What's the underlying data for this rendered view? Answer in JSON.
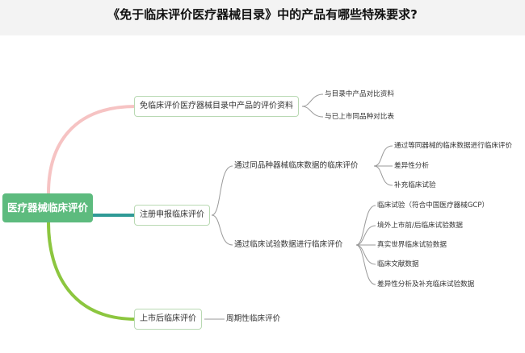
{
  "title": "《免于临床评价医疗器械目录》中的产品有哪些特殊要求?",
  "colors": {
    "root": "#5dbb7e",
    "branch1": "#f6c3c3",
    "branch2": "#2f9a96",
    "branch3": "#8cc63f",
    "thin": "#9a9a9a"
  },
  "diagram": {
    "root": "医疗器械临床评价",
    "branch1": {
      "label": "免临床评价医疗器械目录中产品的评价资料",
      "children": [
        "与目录中产品对比资料",
        "与已上市同品种对比表"
      ]
    },
    "branch2": {
      "label": "注册申报临床评价",
      "sub1": {
        "label": "通过同品种器械临床数据的临床评价",
        "children": [
          "通过等同器械的临床数据进行临床评价",
          "差异性分析",
          "补充临床试验"
        ]
      },
      "sub2": {
        "label": "通过临床试验数据进行临床评价",
        "children": [
          "临床试验（符合中国医疗器械GCP）",
          "境外上市前/后临床试验数据",
          "真实世界临床试验数据",
          "临床文献数据",
          "差异性分析及补充临床试验数据"
        ]
      }
    },
    "branch3": {
      "label": "上市后临床评价",
      "children": [
        "周期性临床评价"
      ]
    }
  }
}
